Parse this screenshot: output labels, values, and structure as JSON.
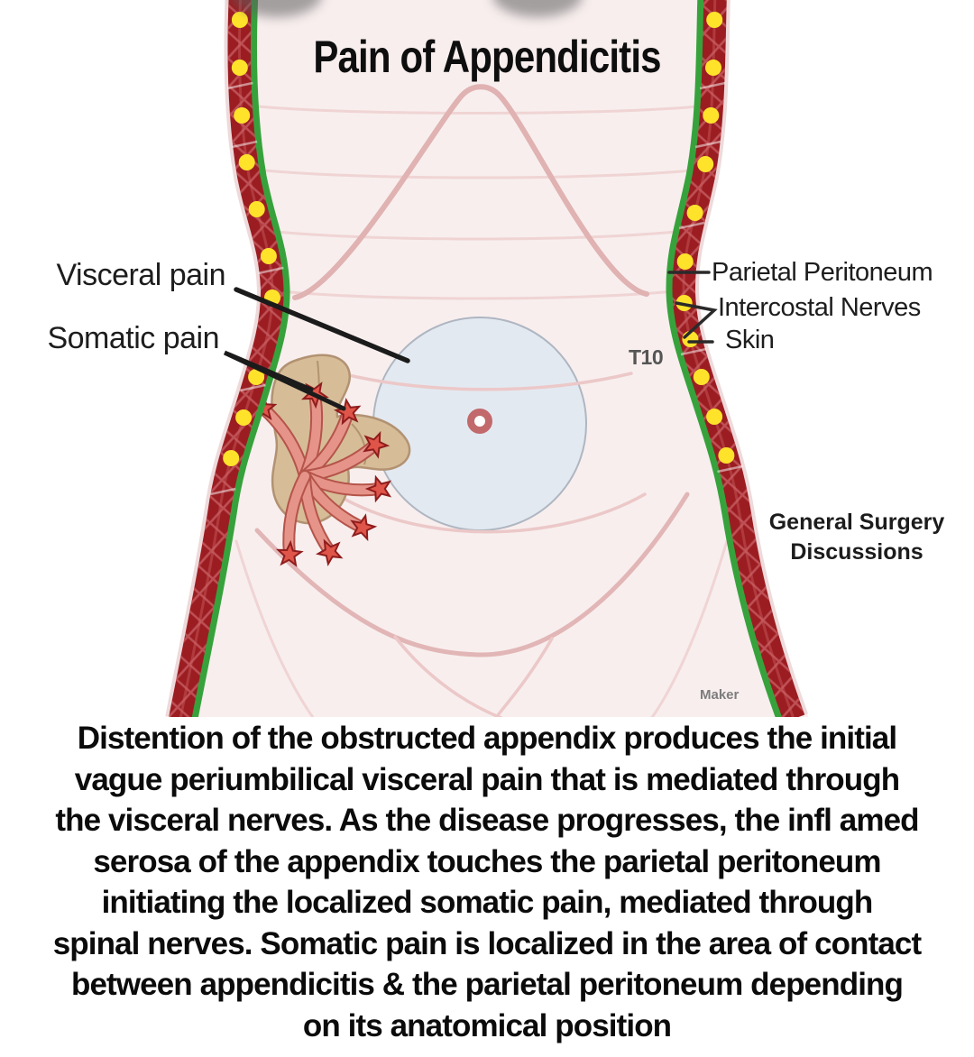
{
  "diagram": {
    "title": "Pain of Appendicitis",
    "labels": {
      "visceral_pain": "Visceral pain",
      "somatic_pain": "Somatic pain",
      "parietal_peritoneum": "Parietal Peritoneum",
      "intercostal_nerves": "Intercostal Nerves",
      "skin": "Skin",
      "vertebral_level": "T10",
      "watermark": "Maker"
    },
    "credit": {
      "line1": "General Surgery",
      "line2": "Discussions"
    },
    "colors": {
      "muscle_wall_red": "#9b1d22",
      "wall_hatch_red": "#c4595e",
      "peritoneum_green": "#37a23c",
      "nerve_dot_yellow": "#ffe32b",
      "skin_halo_pink": "#eedadb",
      "abdomen_pink": "#f8eeee",
      "periumbilical_blue": "#e1e8f0",
      "appendix_salmon": "#e6948a",
      "pain_star_red": "#e05549",
      "cecum_tan": "#d6bd98",
      "leader_black": "#1b1b1b"
    }
  },
  "caption": {
    "lines": [
      "Distention of the obstructed appendix produces the initial",
      "vague periumbilical visceral pain that is mediated through",
      "the visceral nerves. As the disease progresses, the infl amed",
      "serosa of the appendix touches the parietal peritoneum",
      "initiating the localized somatic pain, mediated through",
      "spinal nerves. Somatic pain is localized in the area of contact",
      "between appendicitis & the parietal peritoneum depending",
      "on its anatomical position"
    ]
  }
}
